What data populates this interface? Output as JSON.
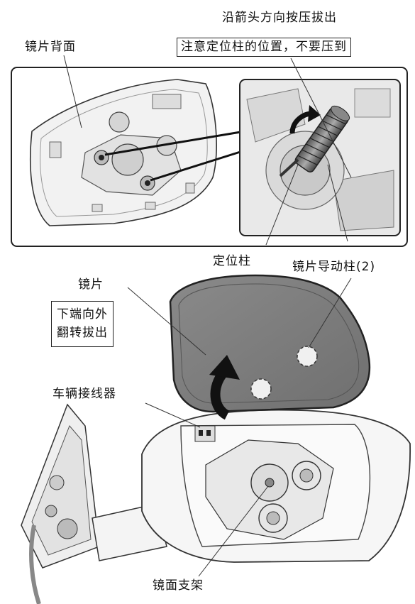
{
  "labels": {
    "arrow_instruction": "沿箭头方向按压拔出",
    "caution": "注意定位柱的位置，不要压到",
    "mirror_back": "镜片背面",
    "locating_pin": "定位柱",
    "guide_pins": "镜片导动柱(2)",
    "mirror_glass": "镜片",
    "flip_line1": "下端向外",
    "flip_line2": "翻转拔出",
    "connector": "车辆接线器",
    "mirror_bracket": "镜面支架"
  }
}
